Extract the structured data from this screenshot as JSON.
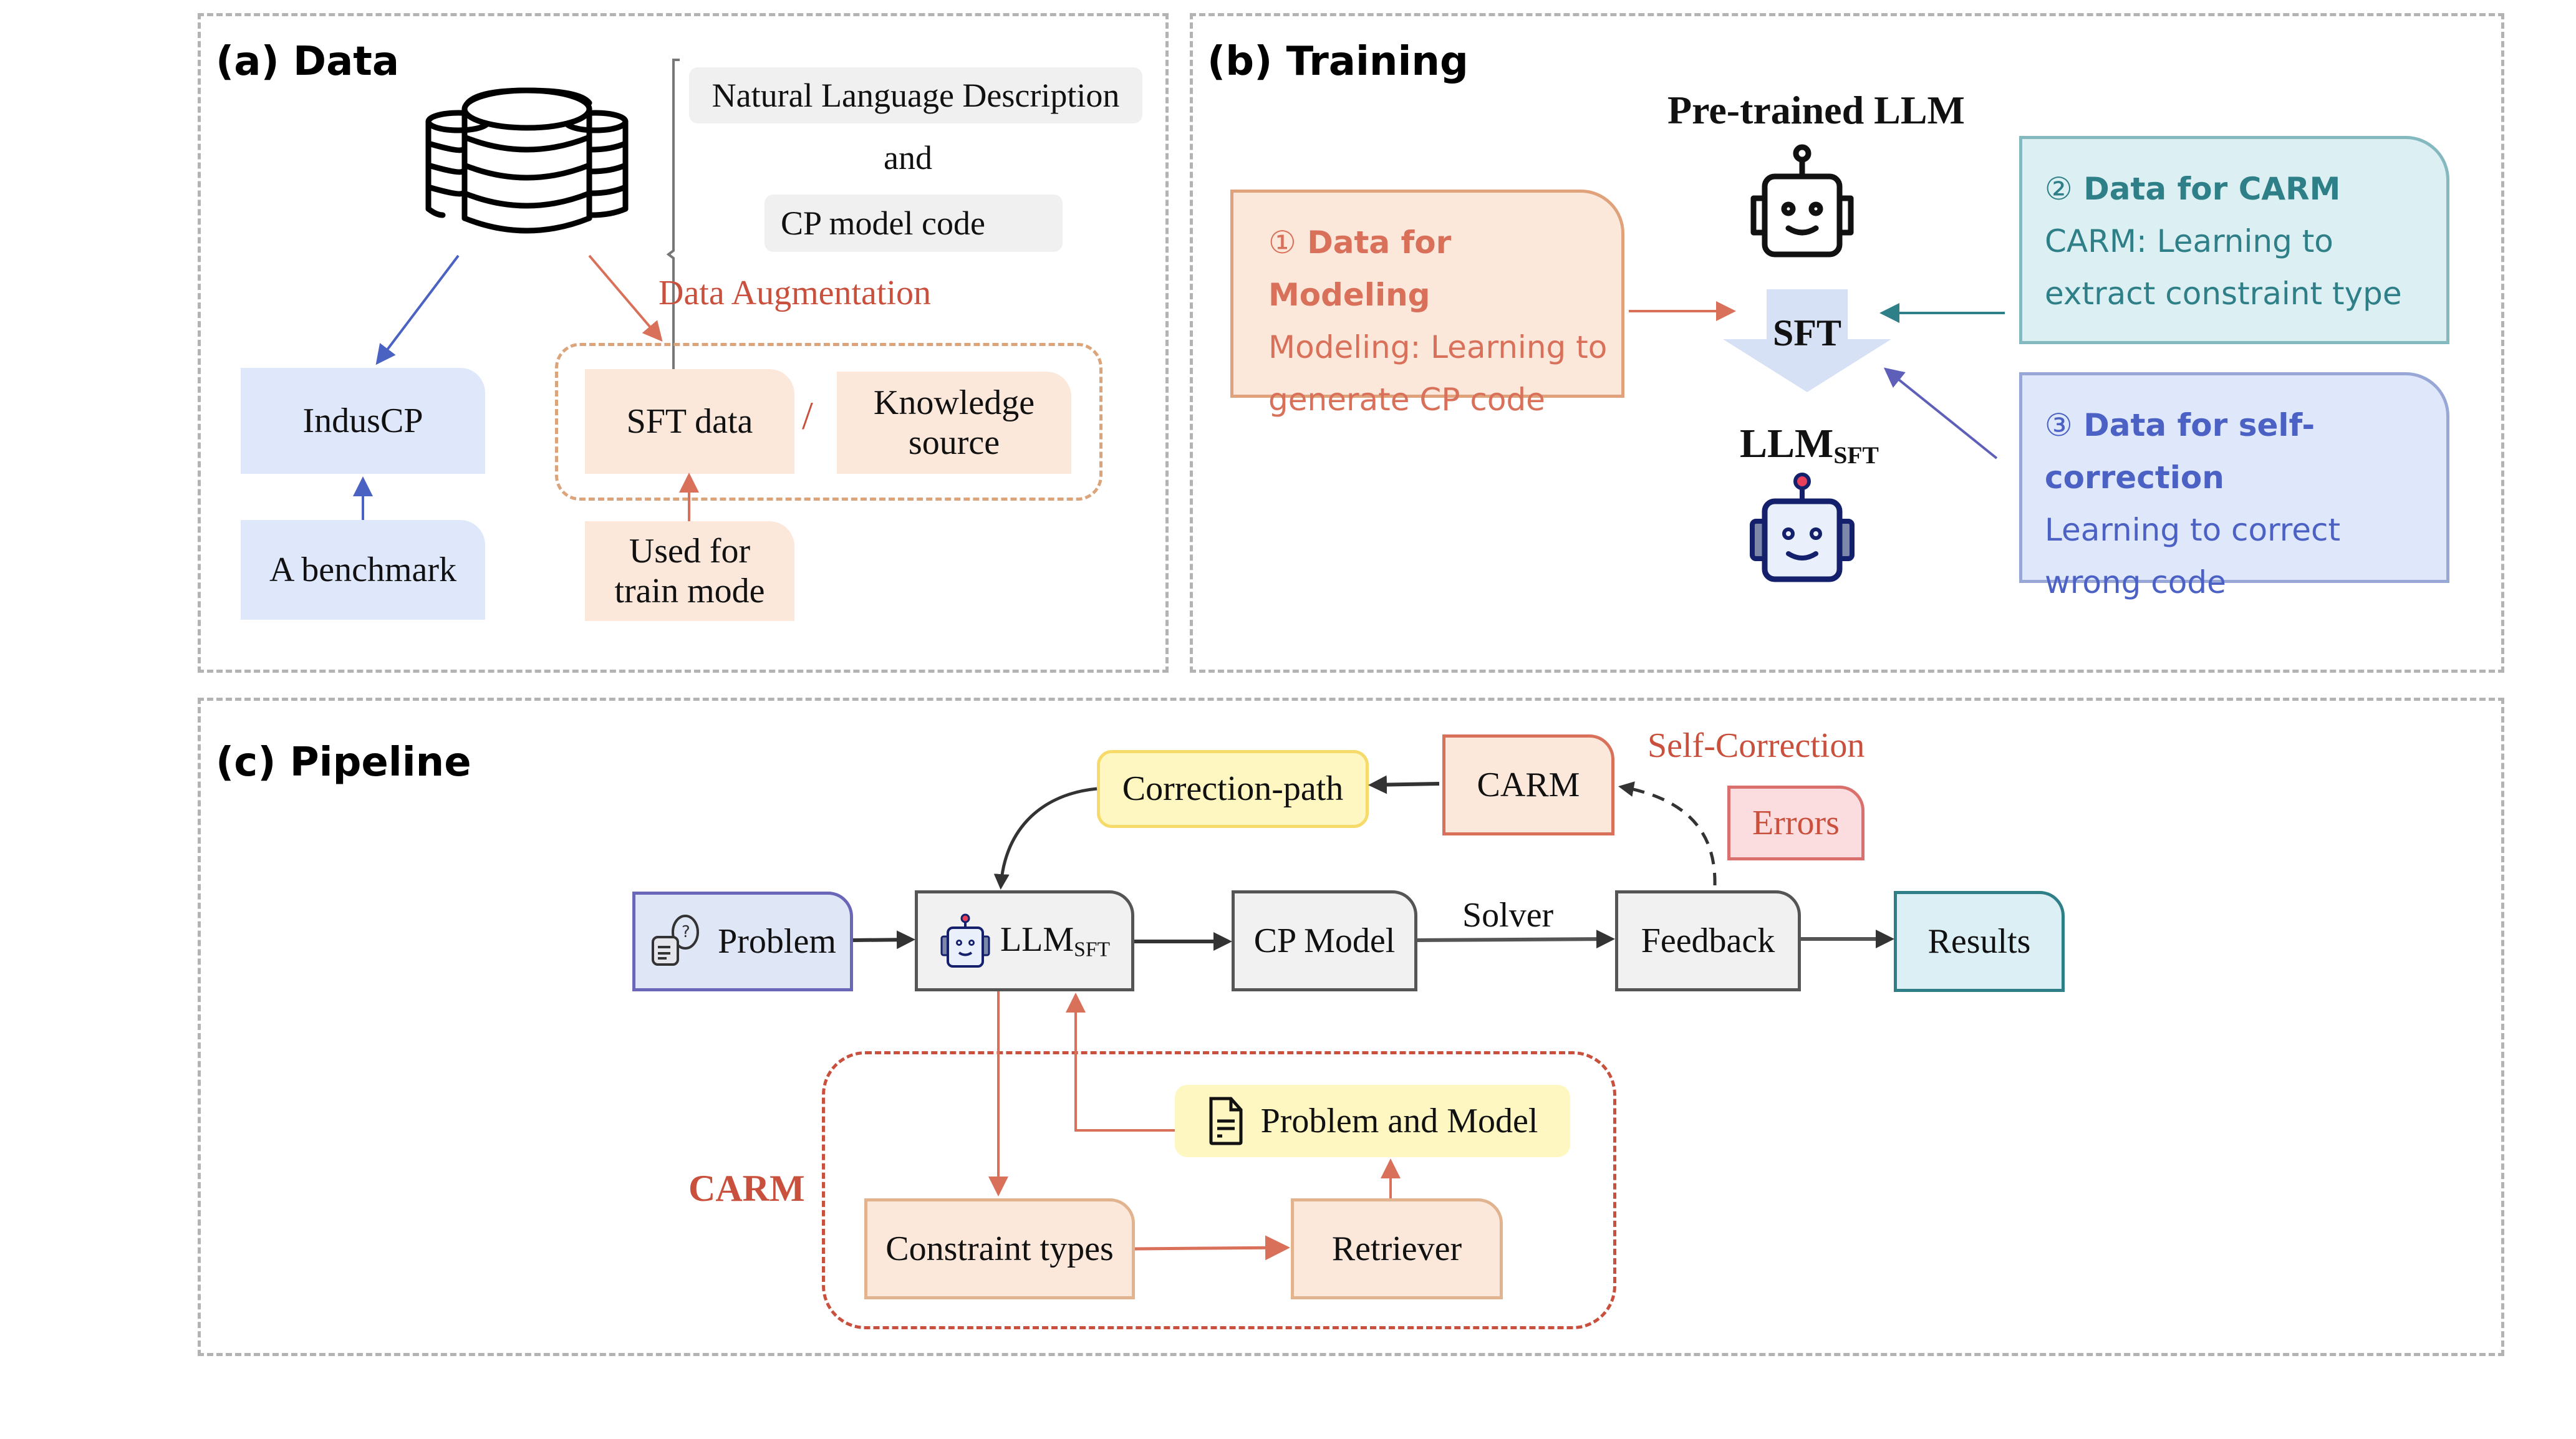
{
  "panels": {
    "data": {
      "title": "(a) Data",
      "bracket_items": [
        "Natural Language Description",
        "and",
        "CP model code"
      ],
      "augmentation_label": "Data Augmentation",
      "induscp": "IndusCP",
      "benchmark": "A benchmark",
      "sft_data": "SFT data",
      "separator": "/",
      "knowledge_line1": "Knowledge",
      "knowledge_line2": "source",
      "used_for_line1": "Used for",
      "used_for_line2": "train mode",
      "icons": {
        "database": "database-icon"
      }
    },
    "training": {
      "title": "(b) Training",
      "pretrained_label": "Pre-trained LLM",
      "sft_label": "SFT",
      "llm_sft_main": "LLM",
      "llm_sft_sub": "SFT",
      "cards": [
        {
          "number": "①",
          "heading": "Data for Modeling",
          "line1": "Modeling: Learning to",
          "line2": "generate CP code",
          "color": "#d9705a",
          "bg": "#fbe8db",
          "border": "#e0a27a"
        },
        {
          "number": "②",
          "heading": "Data for CARM",
          "line1": "CARM: Learning to",
          "line2": "extract constraint type",
          "color": "#2e7f87",
          "bg": "#dcf0f3",
          "border": "#84b9bf"
        },
        {
          "number": "③",
          "heading": "Data for self-correction",
          "line1": "Learning to correct",
          "line2": "wrong code",
          "color": "#4c61c4",
          "bg": "#dfe7fa",
          "border": "#98a7d6"
        }
      ],
      "icons": {
        "pretrained": "robot-icon",
        "finetuned": "robot-icon"
      }
    },
    "pipeline": {
      "title": "(c) Pipeline",
      "problem": "Problem",
      "llm_main": "LLM",
      "llm_sub": "SFT",
      "cp_model": "CP Model",
      "solver": "Solver",
      "feedback": "Feedback",
      "results": "Results",
      "correction_path": "Correction-path",
      "carm_box": "CARM",
      "self_correction": "Self-Correction",
      "errors": "Errors",
      "carm_group_label": "CARM",
      "problem_and_model": "Problem and Model",
      "constraint_types": "Constraint types",
      "retriever": "Retriever"
    }
  },
  "colors": {
    "red_accent": "#c9503d",
    "blue_accent": "#4a62c2",
    "teal_accent": "#2e7f87",
    "dashed_border": "#b3b3b3",
    "yellow_fill": "#fff7c2"
  }
}
